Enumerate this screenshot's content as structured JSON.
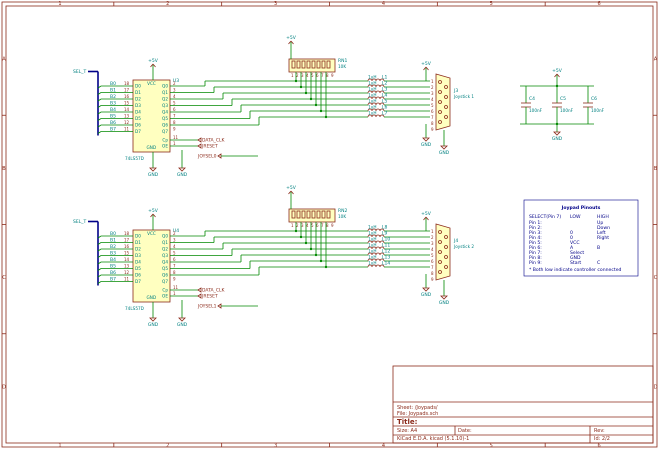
{
  "title_block": {
    "sheet": "Sheet: /Joypads/",
    "file": "File: Joypads.sch",
    "title_label": "Title:",
    "size": "Size: A4",
    "date_label": "Date:",
    "rev_label": "Rev:",
    "tool": "KiCad E.D.A.  kicad (5.1.10)-1",
    "id": "Id: 2/2"
  },
  "ruler": {
    "cols": [
      "1",
      "2",
      "3",
      "4",
      "5",
      "6"
    ],
    "rows": [
      "A",
      "B",
      "C",
      "D"
    ]
  },
  "channels": [
    {
      "select_label": "SEL_T",
      "ic_ref": "U3",
      "ic_value": "74LS57D",
      "ic_inputs": [
        "D0",
        "D1",
        "D2",
        "D3",
        "D4",
        "D5",
        "D6",
        "D7"
      ],
      "ic_outputs": [
        "Q0",
        "Q1",
        "Q2",
        "Q3",
        "Q4",
        "Q5",
        "Q6",
        "Q7"
      ],
      "bus_nets": [
        "B0",
        "B1",
        "B2",
        "B3",
        "B4",
        "B5",
        "B6",
        "B7"
      ],
      "pin_nums_left": [
        "18",
        "17",
        "16",
        "15",
        "14",
        "13",
        "12",
        "11"
      ],
      "pin_nums_right": [
        "2",
        "3",
        "4",
        "5",
        "6",
        "7",
        "8",
        "9"
      ],
      "vcc_label": "VCC",
      "gnd_label": "GND",
      "clk_pin": "Cp",
      "oe_pin": "OE",
      "pwr_top": "+5V",
      "pwr_gnd": "GND",
      "clk_label": "DATA_CLK",
      "rst_label": "JRESET",
      "strobe_label": "JOYSEL0",
      "rn_ref": "RN1",
      "rn_value": "10K",
      "rn_pwr": "+5V",
      "rn_pins": [
        "1",
        "2",
        "3",
        "4",
        "5",
        "6",
        "7",
        "8",
        "9"
      ],
      "ferrites": [
        {
          "ref": "L1",
          "value": "1uH"
        },
        {
          "ref": "L2",
          "value": "1uH"
        },
        {
          "ref": "L3",
          "value": "1uH"
        },
        {
          "ref": "L4",
          "value": "1uH"
        },
        {
          "ref": "L5",
          "value": "1uH"
        },
        {
          "ref": "L6",
          "value": "1uH"
        },
        {
          "ref": "L7",
          "value": "1uH"
        }
      ],
      "conn_ref": "J3",
      "conn_value": "Joystick 1",
      "conn_pwr": "+5V",
      "conn_gnd": "GND",
      "conn_pins": [
        "1",
        "2",
        "3",
        "4",
        "5",
        "6",
        "7",
        "8",
        "9"
      ]
    },
    {
      "select_label": "SEL_T",
      "ic_ref": "U4",
      "ic_value": "74LS57D",
      "ic_inputs": [
        "D0",
        "D1",
        "D2",
        "D3",
        "D4",
        "D5",
        "D6",
        "D7"
      ],
      "ic_outputs": [
        "Q0",
        "Q1",
        "Q2",
        "Q3",
        "Q4",
        "Q5",
        "Q6",
        "Q7"
      ],
      "bus_nets": [
        "B0",
        "B1",
        "B2",
        "B3",
        "B4",
        "B5",
        "B6",
        "B7"
      ],
      "pin_nums_left": [
        "18",
        "17",
        "16",
        "15",
        "14",
        "13",
        "12",
        "11"
      ],
      "pin_nums_right": [
        "2",
        "3",
        "4",
        "5",
        "6",
        "7",
        "8",
        "9"
      ],
      "vcc_label": "VCC",
      "gnd_label": "GND",
      "clk_pin": "Cp",
      "oe_pin": "OE",
      "pwr_top": "+5V",
      "pwr_gnd": "GND",
      "clk_label": "DATA_CLK",
      "rst_label": "JRESET",
      "strobe_label": "JOYSEL1",
      "rn_ref": "RN2",
      "rn_value": "10K",
      "rn_pwr": "+5V",
      "rn_pins": [
        "1",
        "2",
        "3",
        "4",
        "5",
        "6",
        "7",
        "8",
        "9"
      ],
      "ferrites": [
        {
          "ref": "L8",
          "value": "1uH"
        },
        {
          "ref": "L9",
          "value": "1uH"
        },
        {
          "ref": "L10",
          "value": "1uH"
        },
        {
          "ref": "L11",
          "value": "1uH"
        },
        {
          "ref": "L12",
          "value": "1uH"
        },
        {
          "ref": "L13",
          "value": "1uH"
        },
        {
          "ref": "L14",
          "value": "1uH"
        }
      ],
      "conn_ref": "J4",
      "conn_value": "Joystick 2",
      "conn_pwr": "+5V",
      "conn_gnd": "GND",
      "conn_pins": [
        "1",
        "2",
        "3",
        "4",
        "5",
        "6",
        "7",
        "8",
        "9"
      ]
    }
  ],
  "decoupling": {
    "pwr": "+5V",
    "gnd": "GND",
    "caps": [
      {
        "ref": "C4",
        "value": "100nF"
      },
      {
        "ref": "C5",
        "value": "100nF"
      },
      {
        "ref": "C6",
        "value": "100nF"
      }
    ]
  },
  "pinout_note": {
    "title": "Joypad Pinouts",
    "header": [
      "SELECT(Pin 7)",
      "LOW",
      "HIGH"
    ],
    "rows": [
      [
        "Pin 1:",
        "",
        "Up"
      ],
      [
        "Pin 2:",
        "",
        "Down"
      ],
      [
        "Pin 3:",
        "0",
        "Left"
      ],
      [
        "Pin 4:",
        "0",
        "Right"
      ],
      [
        "Pin 5:",
        "VCC",
        ""
      ],
      [
        "Pin 6:",
        "A",
        "B"
      ],
      [
        "Pin 7:",
        "Select",
        ""
      ],
      [
        "Pin 8:",
        "GND",
        ""
      ],
      [
        "Pin 9:",
        "Start",
        "C"
      ]
    ],
    "footer": "* Both low indicate controller connected"
  },
  "colors": {
    "border": "#8b2a1a",
    "wire": "#008800",
    "bus": "#000088",
    "component_fill": "#ffffc0",
    "text": "#008080",
    "note": "#000088"
  }
}
